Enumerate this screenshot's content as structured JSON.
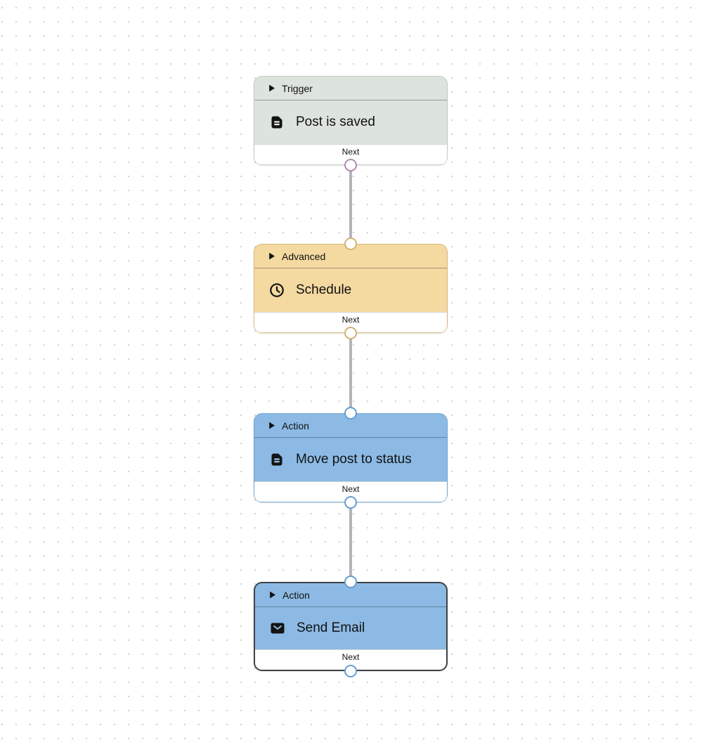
{
  "canvas": {
    "background_color": "#ffffff",
    "dot_color": "#d5d5d5",
    "connector_line_color": "#b4b4b9",
    "port_fill_color": "#ffffff"
  },
  "nodes": [
    {
      "category": "Trigger",
      "title": "Post is saved",
      "icon": "post-icon",
      "next_label": "Next",
      "fill_color": "#dde3dd",
      "border_color": "#c3cac3",
      "port_color": "#b08bb0",
      "selected": false,
      "has_input_port": false
    },
    {
      "category": "Advanced",
      "title": "Schedule",
      "icon": "clock-icon",
      "next_label": "Next",
      "fill_color": "#f4d9a0",
      "border_color": "#d7b97c",
      "port_color": "#d2b273",
      "selected": false,
      "has_input_port": true
    },
    {
      "category": "Action",
      "title": "Move post to status",
      "icon": "post-icon",
      "next_label": "Next",
      "fill_color": "#8cbae4",
      "border_color": "#73a4d2",
      "port_color": "#659dd3",
      "selected": false,
      "has_input_port": true
    },
    {
      "category": "Action",
      "title": "Send Email",
      "icon": "mail-icon",
      "next_label": "Next",
      "fill_color": "#8cbae4",
      "border_color": "#3e4347",
      "port_color": "#659dd3",
      "selected": true,
      "has_input_port": true
    }
  ],
  "connections": [
    {
      "from": "Post is saved",
      "to": "Schedule"
    },
    {
      "from": "Schedule",
      "to": "Move post to status"
    },
    {
      "from": "Move post to status",
      "to": "Send Email"
    }
  ]
}
